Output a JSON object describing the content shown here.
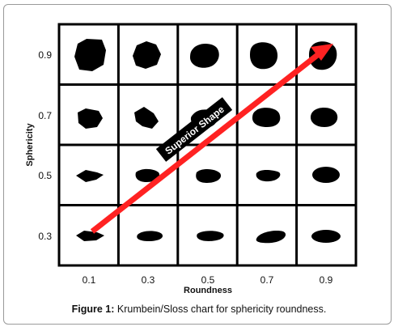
{
  "chart_data": {
    "type": "table",
    "x_ticks": [
      "0.1",
      "0.3",
      "0.5",
      "0.7",
      "0.9"
    ],
    "y_ticks": [
      "0.9",
      "0.7",
      "0.5",
      "0.3"
    ],
    "xlabel": "Roundness",
    "ylabel": "Sphericity",
    "annotation": "Superior Shape",
    "arrow_from": {
      "roundness": 0.1,
      "sphericity": 0.3
    },
    "arrow_to": {
      "roundness": 0.9,
      "sphericity": 0.9
    },
    "arrow_color": "#ff2222",
    "grid": true
  },
  "caption": {
    "label": "Figure 1:",
    "text": " Krumbein/Sloss chart for sphericity roundness."
  }
}
